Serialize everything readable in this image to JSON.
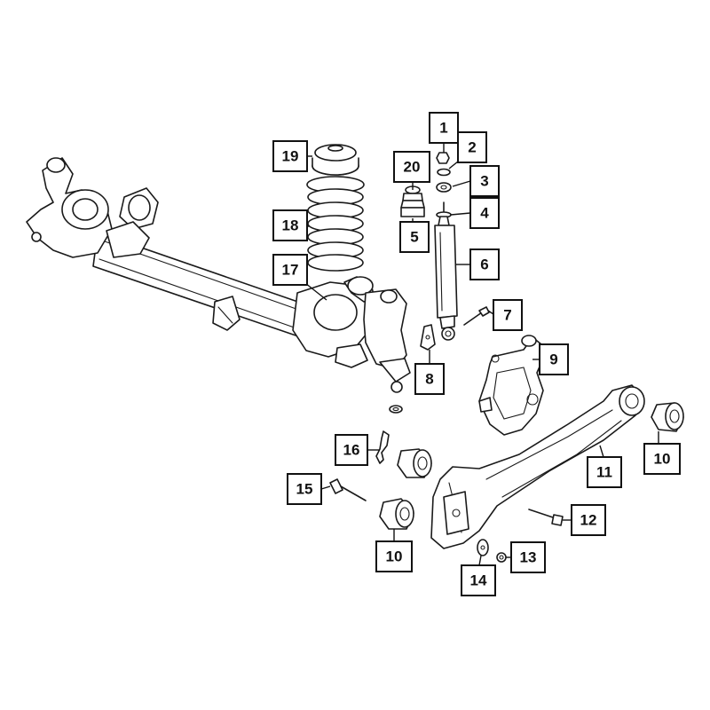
{
  "callouts": {
    "c1": "1",
    "c2": "2",
    "c3": "3",
    "c4": "4",
    "c5": "5",
    "c6": "6",
    "c7": "7",
    "c8": "8",
    "c9": "9",
    "c10a": "10",
    "c10b": "10",
    "c11": "11",
    "c12": "12",
    "c13": "13",
    "c14": "14",
    "c15": "15",
    "c16": "16",
    "c17": "17",
    "c18": "18",
    "c19": "19",
    "c20": "20"
  },
  "colors": {
    "line": "#1a1a1a",
    "background": "#ffffff"
  }
}
